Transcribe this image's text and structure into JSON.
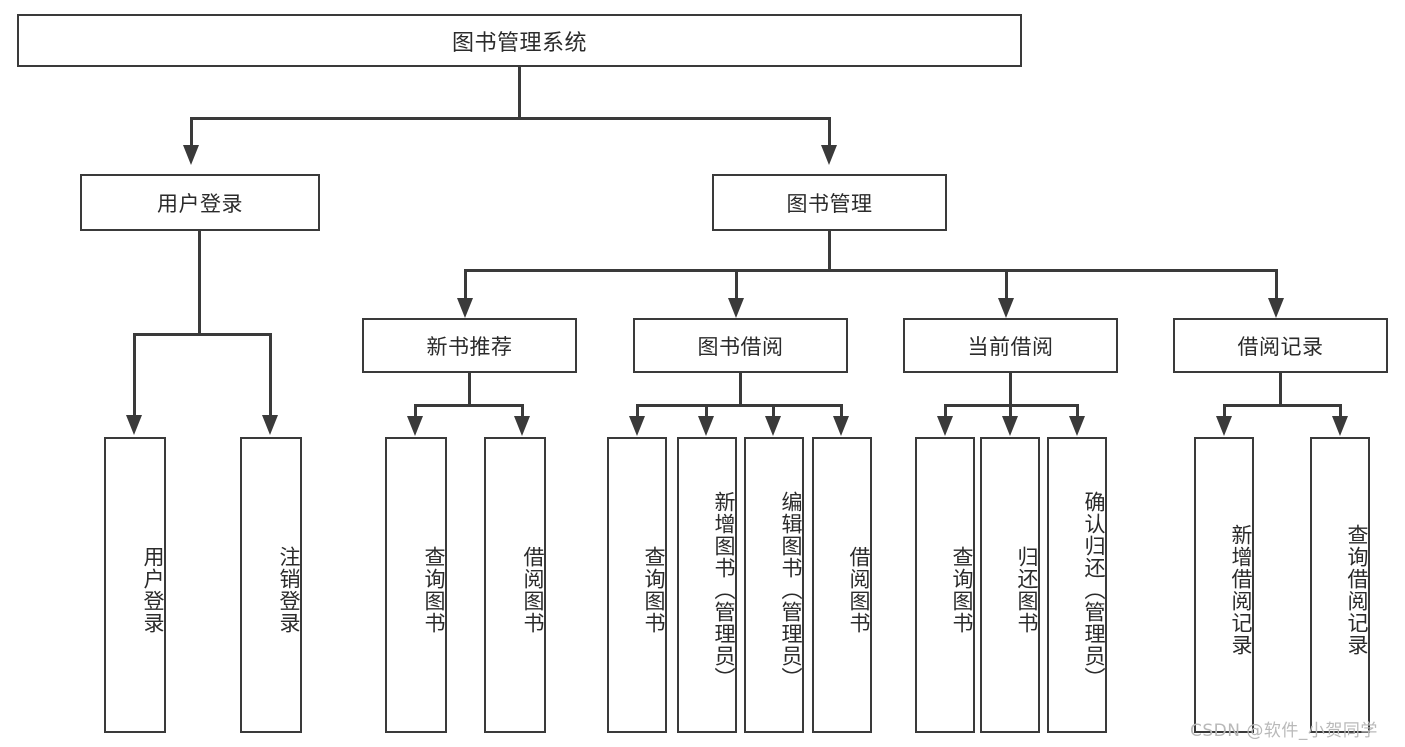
{
  "diagram": {
    "title": "图书管理系统",
    "root": {
      "label": "图书管理系统"
    },
    "level2": [
      {
        "label": "用户登录"
      },
      {
        "label": "图书管理"
      }
    ],
    "level3": [
      {
        "label": "新书推荐"
      },
      {
        "label": "图书借阅"
      },
      {
        "label": "当前借阅"
      },
      {
        "label": "借阅记录"
      }
    ],
    "leaves": {
      "user_login": [
        {
          "label": "用户登录"
        },
        {
          "label": "注销登录"
        }
      ],
      "new_book_recommend": [
        {
          "label": "查询图书"
        },
        {
          "label": "借阅图书"
        }
      ],
      "book_borrow": [
        {
          "label": "查询图书"
        },
        {
          "label": "新增图书（管理员）"
        },
        {
          "label": "编辑图书（管理员）"
        },
        {
          "label": "借阅图书"
        }
      ],
      "current_borrow": [
        {
          "label": "查询图书"
        },
        {
          "label": "归还图书"
        },
        {
          "label": "确认归还（管理员）"
        }
      ],
      "borrow_record": [
        {
          "label": "新增借阅记录"
        },
        {
          "label": "查询借阅记录"
        }
      ]
    }
  },
  "watermark": {
    "text": "CSDN @软件_小贺同学"
  },
  "colors": {
    "stroke": "#3a3a3a",
    "text": "#2b2b2b",
    "background": "#ffffff",
    "watermark": "#b9b9b9"
  }
}
